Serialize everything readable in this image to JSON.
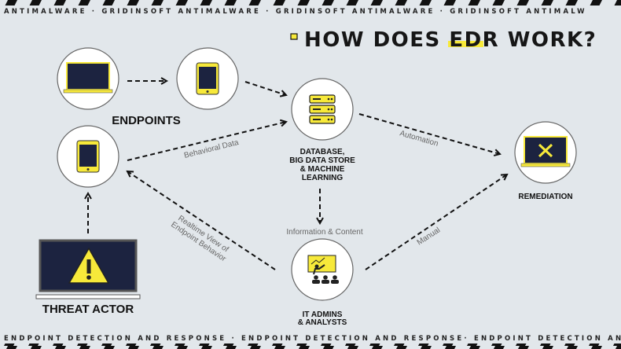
{
  "banner_top": "ANTIMALWARE · GRIDINSOFT ANTIMALWARE · GRIDINSOFT ANTIMALWARE · GRIDINSOFT ANTIMALW",
  "banner_bottom": "ENDPOINT DETECTION AND RESPONSE · ENDPOINT DETECTION AND RESPONSE· ENDPOINT DETECTION AND RESP",
  "title": "HOW DOES EDR WORK?",
  "colors": {
    "accent": "#f7e93a",
    "screen": "#1c2340",
    "background": "#e2e7eb"
  },
  "nodes": {
    "endpoints": "ENDPOINTS",
    "database": [
      "DATABASE,",
      "BIG DATA STORE",
      "& MACHINE",
      "LEARNING"
    ],
    "remediation": "REMEDIATION",
    "it_admins": [
      "IT ADMINS",
      "& ANALYSTS"
    ],
    "threat_actor": "THREAT ACTOR"
  },
  "edges": {
    "behavioral": "Behavioral Data",
    "automation": "Automation",
    "manual": "Manual",
    "realtime": [
      "Realtime View of",
      "Endpoint Behavior"
    ],
    "information": "Information & Content"
  },
  "icons": [
    "laptop-icon",
    "tablet-icon",
    "server-icon",
    "presentation-icon",
    "tools-icon",
    "warning-icon"
  ]
}
